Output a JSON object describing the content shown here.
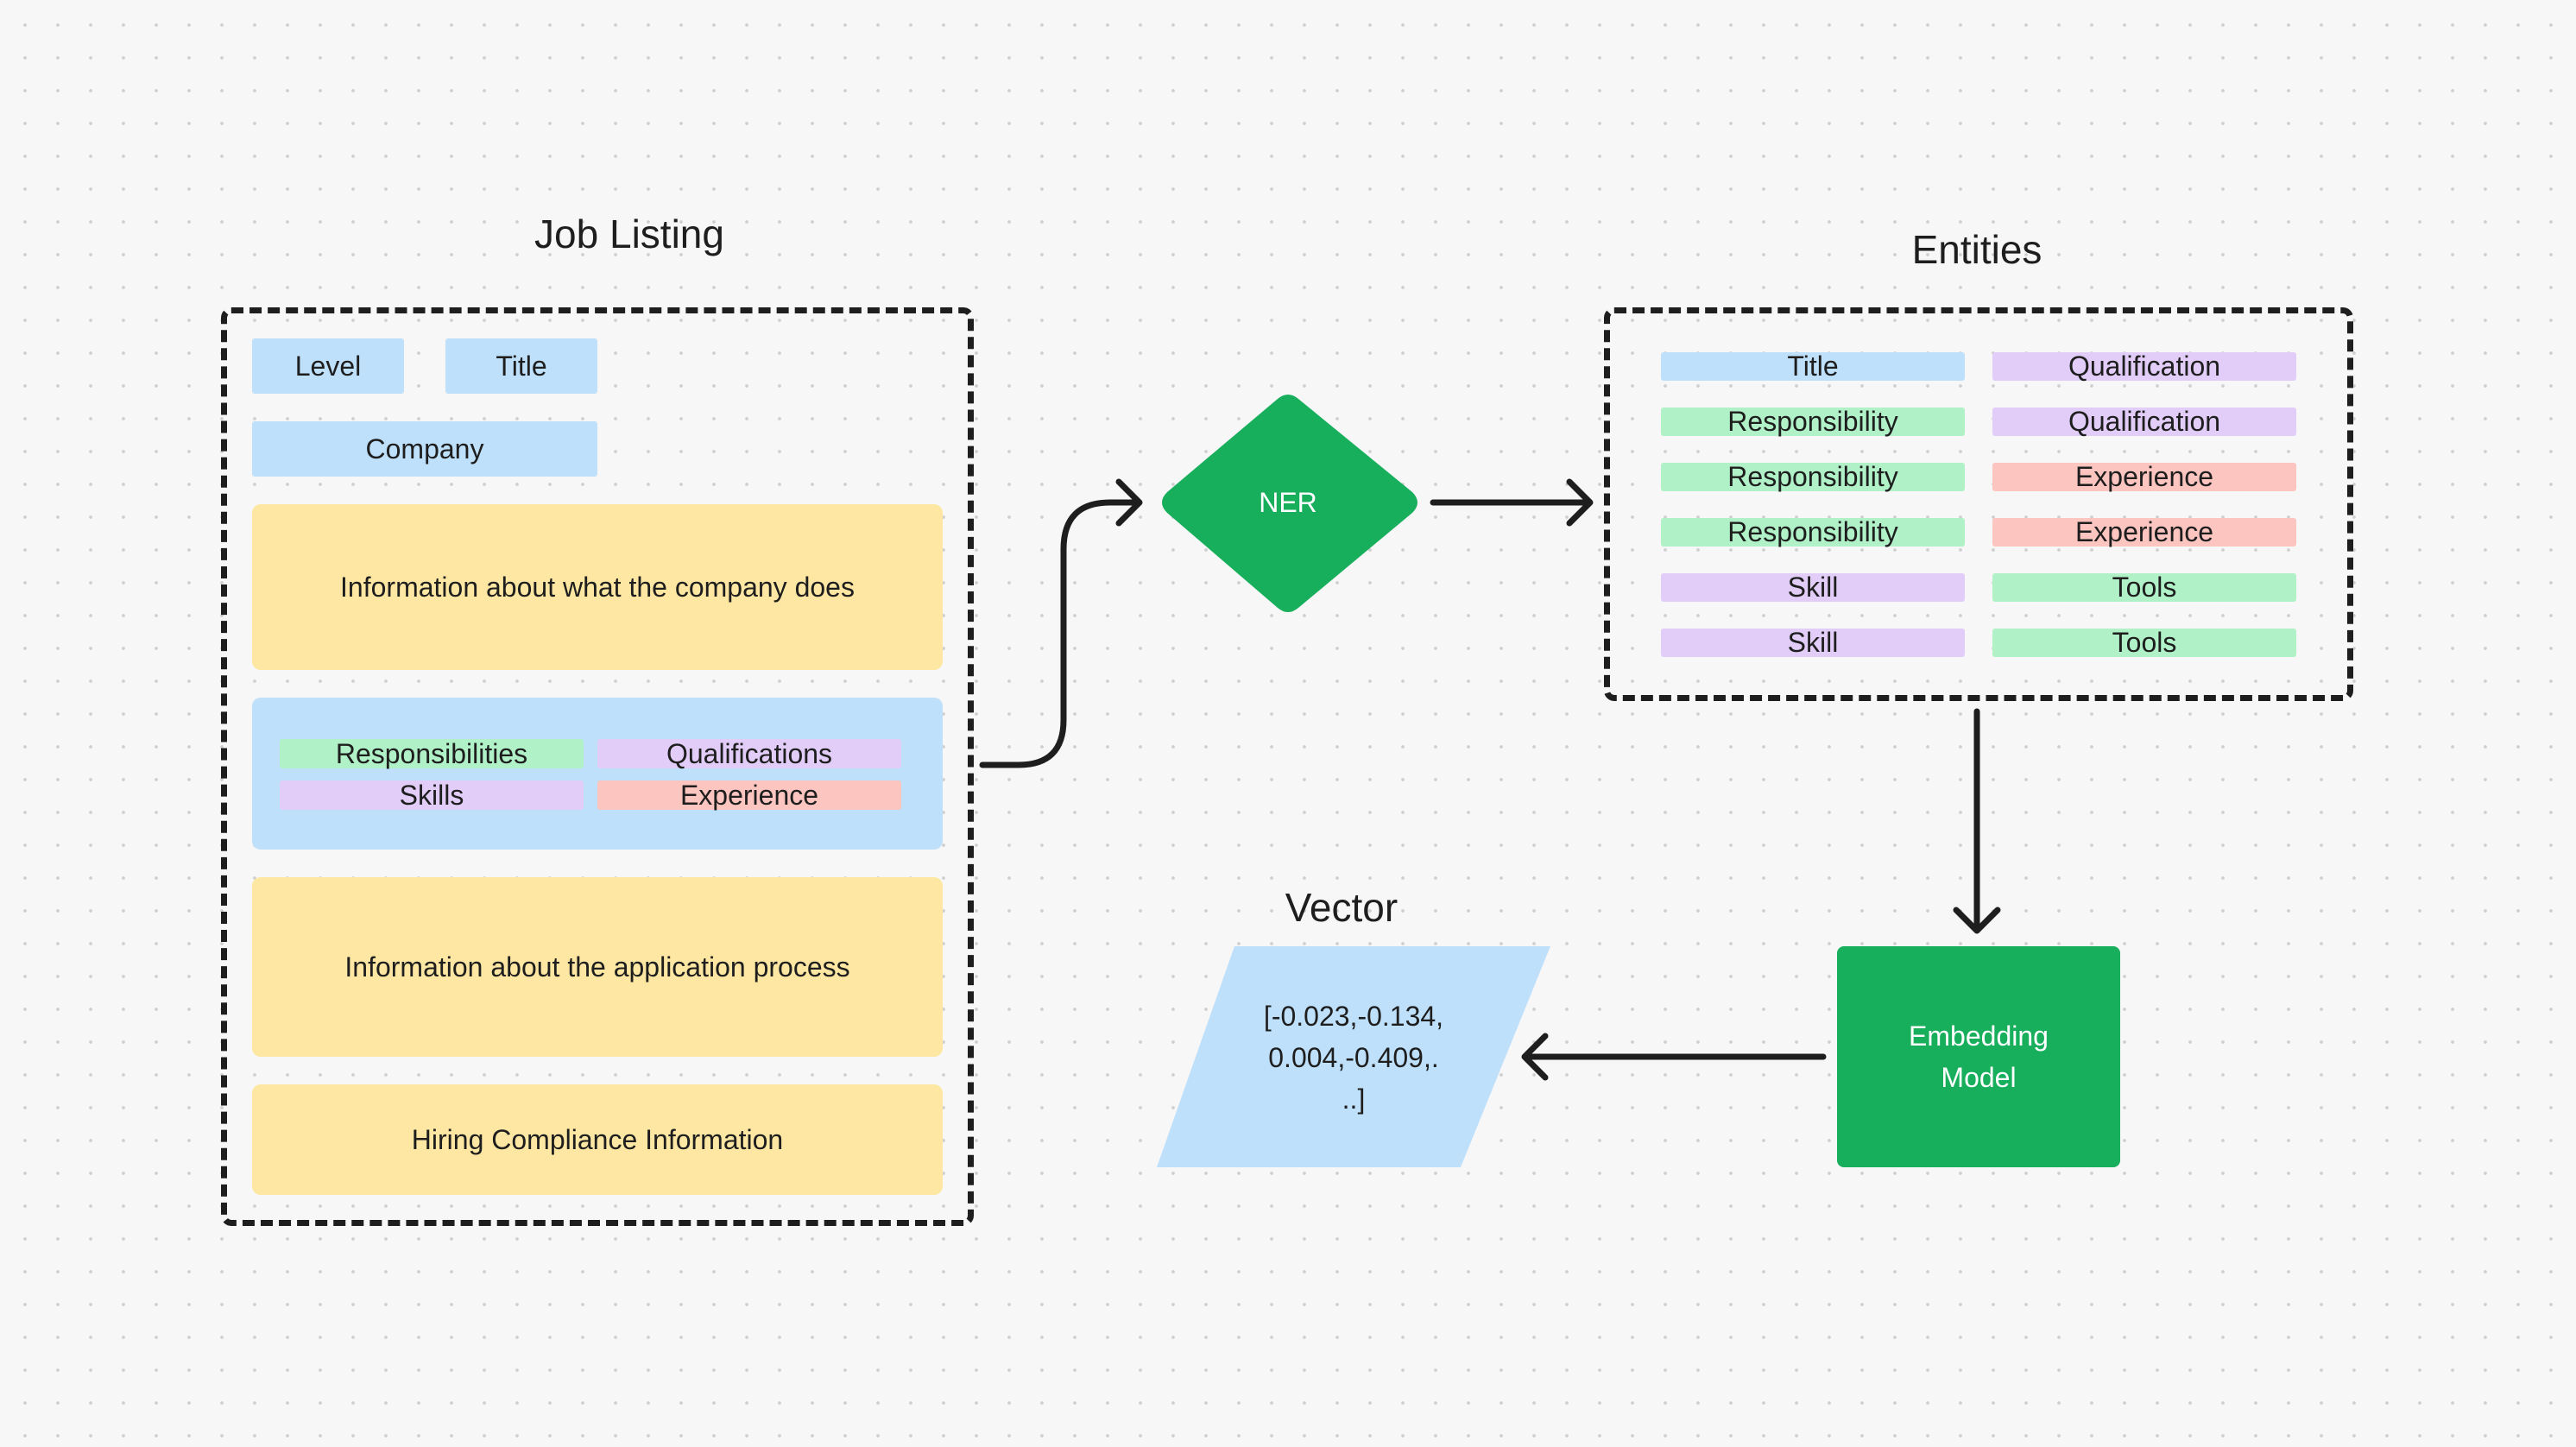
{
  "job_listing": {
    "heading": "Job Listing",
    "level": "Level",
    "title": "Title",
    "company": "Company",
    "company_info": "Information about what the company does",
    "tags": {
      "responsibilities": "Responsibilities",
      "qualifications": "Qualifications",
      "skills": "Skills",
      "experience": "Experience"
    },
    "application_info": "Information about the application process",
    "compliance_info": "Hiring Compliance Information"
  },
  "ner": {
    "label": "NER"
  },
  "entities": {
    "heading": "Entities",
    "left": [
      "Title",
      "Responsibility",
      "Responsibility",
      "Responsibility",
      "Skill",
      "Skill"
    ],
    "right": [
      "Qualification",
      "Qualification",
      "Experience",
      "Experience",
      "Tools",
      "Tools"
    ]
  },
  "embedding": {
    "line1": "Embedding",
    "line2": "Model"
  },
  "vector": {
    "heading": "Vector",
    "line1": "[-0.023,-0.134,",
    "line2": "0.004,-0.409,.",
    "line3": "..]"
  },
  "colors": {
    "blue": "#bfe0fb",
    "yellow": "#fde7a3",
    "green_tag": "#b0f1c8",
    "purple_tag": "#e2cdf8",
    "red_tag": "#fcc5c0",
    "shape_green": "#17ae5c",
    "stroke": "#1e1e1e"
  }
}
